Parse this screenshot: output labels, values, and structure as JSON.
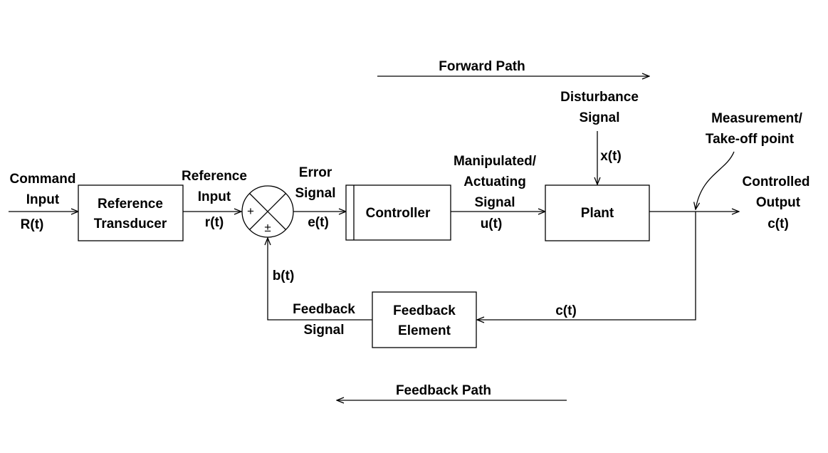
{
  "forward_path": {
    "label": "Forward Path"
  },
  "feedback_path": {
    "label": "Feedback Path"
  },
  "command_input": {
    "line1": "Command",
    "line2": "Input",
    "symbol": "R(t)"
  },
  "reference_transducer": {
    "line1": "Reference",
    "line2": "Transducer"
  },
  "reference_input": {
    "line1": "Reference",
    "line2": "Input",
    "symbol": "r(t)"
  },
  "summing_point": {
    "plus": "+",
    "plus_minus": "±"
  },
  "error_signal": {
    "line1": "Error",
    "line2": "Signal",
    "symbol": "e(t)"
  },
  "controller": {
    "label": "Controller"
  },
  "manipulated_signal": {
    "line1": "Manipulated/",
    "line2": "Actuating",
    "line3": "Signal",
    "symbol": "u(t)"
  },
  "disturbance_signal": {
    "line1": "Disturbance",
    "line2": "Signal",
    "symbol": "x(t)"
  },
  "plant": {
    "label": "Plant"
  },
  "measurement_point": {
    "line1": "Measurement/",
    "line2": "Take-off point"
  },
  "controlled_output": {
    "line1": "Controlled",
    "line2": "Output",
    "symbol": "c(t)"
  },
  "feedback_element": {
    "line1": "Feedback",
    "line2": "Element"
  },
  "feedback_input": {
    "symbol": "c(t)"
  },
  "feedback_signal": {
    "line1": "Feedback",
    "line2": "Signal",
    "symbol": "b(t)"
  }
}
